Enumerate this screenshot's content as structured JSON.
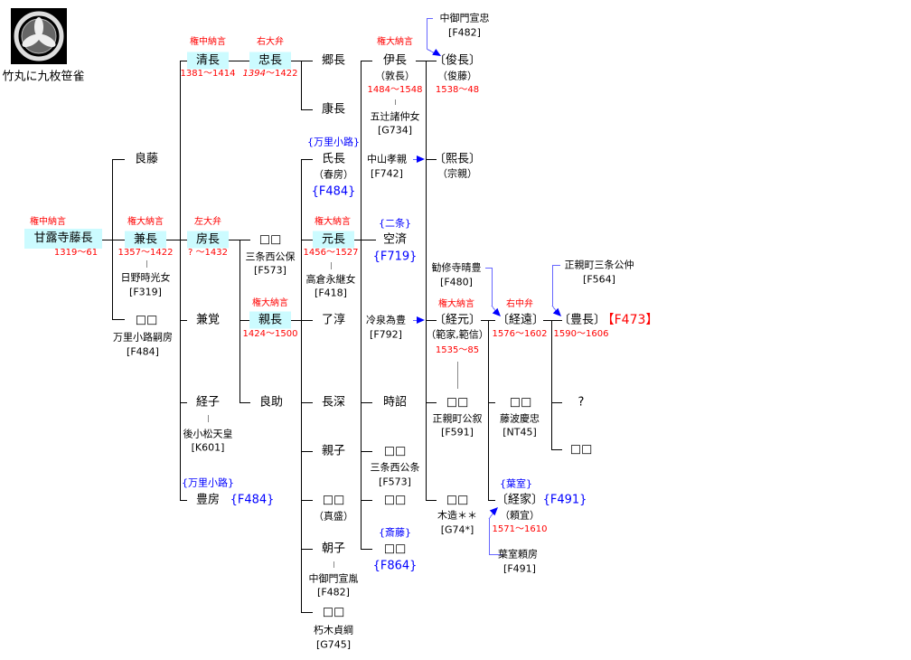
{
  "crest": {
    "label": "竹丸に九枚笹雀",
    "icon": "bamboo-ring-sasa-crest-icon"
  },
  "colors": {
    "highlight": "#ccfbff",
    "rank": "#ff0000",
    "family": "#0000ff",
    "adoption_arrow": "#0000ff"
  },
  "nodes": {
    "fujinaga_rank": "権中納言",
    "fujinaga": "甘露寺藤長",
    "fujinaga_years": "1319〜61",
    "yoshifuji": "良藤",
    "kanenaga_rank": "権大納言",
    "kanenaga": "兼長",
    "kanenaga_years": "1357〜1422",
    "kanenaga_wife": "日野時光女",
    "kanenaga_wife_ref": "[F319]",
    "unk1": "□□",
    "unk1_note": "万里小路嗣房",
    "unk1_ref": "[F484]",
    "kiyonaga_rank": "権中納言",
    "kiyonaga": "清長",
    "kiyonaga_years": "1381〜1414",
    "tadanaga_rank": "右大弁",
    "tadanaga": "忠長",
    "tadanaga_y1": "1394",
    "tadanaga_y2": "〜1422",
    "gonaga": "郷長",
    "yasunaga": "康長",
    "fusanaga_rank": "左大弁",
    "fusanaga": "房長",
    "fusanaga_years": "?  〜1432",
    "kenkaku": "兼覚",
    "keiko": "経子",
    "keiko_spouse": "後小松天皇",
    "keiko_ref": "[K601]",
    "toyofusa_family": "{万里小路}",
    "toyofusa": "豊房",
    "toyofusa_ref": "{F484}",
    "unk2": "□□",
    "unk2_note": "三条西公保",
    "unk2_ref": "[F573]",
    "chikanaga_rank": "権大納言",
    "chikanaga": "親長",
    "chikanaga_years": "1424〜1500",
    "ryojo": "良助",
    "ujinaga_family": "{万里小路}",
    "ujinaga": "氏長",
    "ujinaga_alt": "（春房）",
    "ujinaga_ref": "{F484}",
    "motonaga_rank": "権大納言",
    "motonaga": "元長",
    "motonaga_years": "1456〜1527",
    "motonaga_wife": "高倉永継女",
    "motonaga_wife_ref": "[F418]",
    "ryojun": "了淳",
    "choshin": "長深",
    "chikako": "親子",
    "unk3": "□□",
    "unk3_alt": "（真盛）",
    "tomoko": "朝子",
    "tomoko_spouse": "中御門宣胤",
    "tomoko_ref": "[F482]",
    "unk4": "□□",
    "unk4_note": "朽木貞綱",
    "unk4_ref": "[G745]",
    "korenaga_rank": "権大納言",
    "korenaga": "伊長",
    "korenaga_alt": "（敦長）",
    "korenaga_years": "1484〜1548",
    "korenaga_wife": "五辻諸仲女",
    "korenaga_wife_ref": "[G734]",
    "nakayama": "中山孝親",
    "nakayama_ref": "[F742]",
    "kusai_family": "{二条}",
    "kusai": "空済",
    "kusai_ref": "{F719}",
    "reizei": "冷泉為豊",
    "reizei_ref": "[F792]",
    "jisho": "時詔",
    "unk5": "□□",
    "unk5_note": "三条西公条",
    "unk5_ref": "[F573]",
    "unk6": "□□",
    "unk7_family": "{斎藤}",
    "unk7": "□□",
    "unk7_ref": "{F864}",
    "nakamikado": "中御門宣忠",
    "nakamikado_ref": "[F482]",
    "toshinaga": "〔俊長〕",
    "toshinaga_alt": "（俊藤）",
    "toshinaga_years": "1538〜48",
    "hironaga": "〔熙長〕",
    "hironaga_alt": "（宗親）",
    "kajuji": "勧修寺晴豊",
    "kajuji_ref": "[F480]",
    "tsunemoto_rank": "権大納言",
    "tsunemoto": "〔経元〕",
    "tsunemoto_alt": "（範家,範信）",
    "tsunemoto_years": "1535〜85",
    "unk8": "□□",
    "unk8_note": "正親町公叙",
    "unk8_ref": "[F591]",
    "unk9": "□□",
    "unk9_note": "木造＊＊",
    "unk9_ref": "[G74*]",
    "tsunetoo_rank": "右中弁",
    "tsunetoo": "〔経遠〕",
    "tsunetoo_years": "1576〜1602",
    "unk10": "□□",
    "unk10_note": "藤波慶忠",
    "unk10_ref": "[NT45]",
    "tsuneie_family": "{葉室}",
    "tsuneie": "〔経家〕",
    "tsuneie_ref": "{F491}",
    "tsuneie_alt": "（頼宜）",
    "tsuneie_years": "1571〜1610",
    "hamuro": "葉室頼房",
    "hamuro_ref": "[F491]",
    "ogimachi": "正親町三条公仲",
    "ogimachi_ref": "[F564]",
    "toyonaga": "〔豊長〕",
    "toyonaga_ref": "【F473】",
    "toyonaga_years": "1590〜1606",
    "unknown_q": "?",
    "unk11": "□□"
  }
}
